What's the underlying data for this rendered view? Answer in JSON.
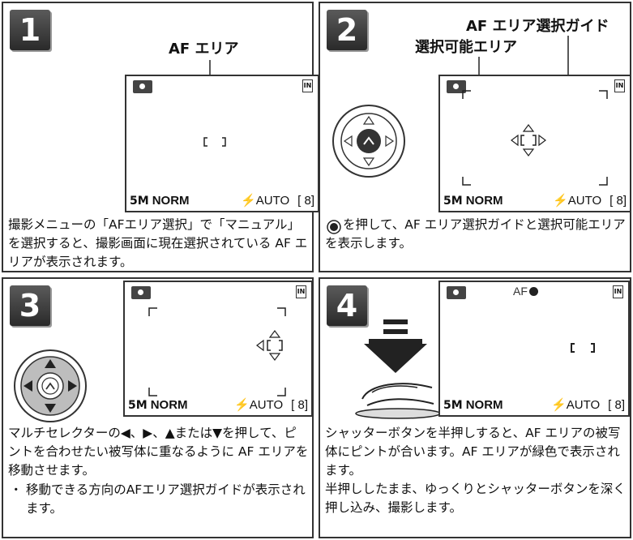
{
  "steps": [
    {
      "number": "1",
      "callout_af_area": "AF エリア",
      "screen": {
        "size": "5M",
        "quality": "NORM",
        "flash": "AUTO",
        "count": "8"
      },
      "description": "撮影メニューの「AFエリア選択」で「マニュアル」を選択すると、撮影画面に現在選択されている AF エリアが表示されます。"
    },
    {
      "number": "2",
      "callout_guide": "AF エリア選択ガイド",
      "callout_selectable": "選択可能エリア",
      "screen": {
        "size": "5M",
        "quality": "NORM",
        "flash": "AUTO",
        "count": "8"
      },
      "description": "を押して、AF エリア選択ガイドと選択可能エリアを表示します。"
    },
    {
      "number": "3",
      "screen": {
        "size": "5M",
        "quality": "NORM",
        "flash": "AUTO",
        "count": "8"
      },
      "description": "マルチセレクターの◀、▶、▲または▼を押して、ピントを合わせたい被写体に重なるように AF エリアを移動させます。",
      "note_bullet": "・",
      "note": "移動できる方向のAFエリア選択ガイドが表示されます。"
    },
    {
      "number": "4",
      "screen": {
        "af_indicator": "AF",
        "size": "5M",
        "quality": "NORM",
        "flash": "AUTO",
        "count": "8"
      },
      "description": "シャッターボタンを半押しすると、AF エリアの被写体にピントが合います。AF エリアが緑色で表示されます。\n半押ししたまま、ゆっくりとシャッターボタンを深く押し込み、撮影します。"
    }
  ],
  "icons": {
    "camera": "camera-mode-icon",
    "memory": "internal-memory-icon",
    "flash": "flash-icon",
    "enter": "enter-button-icon"
  },
  "colors": {
    "badge": "#3a3a3a",
    "border": "#333333",
    "af_indicator": "#333333"
  }
}
